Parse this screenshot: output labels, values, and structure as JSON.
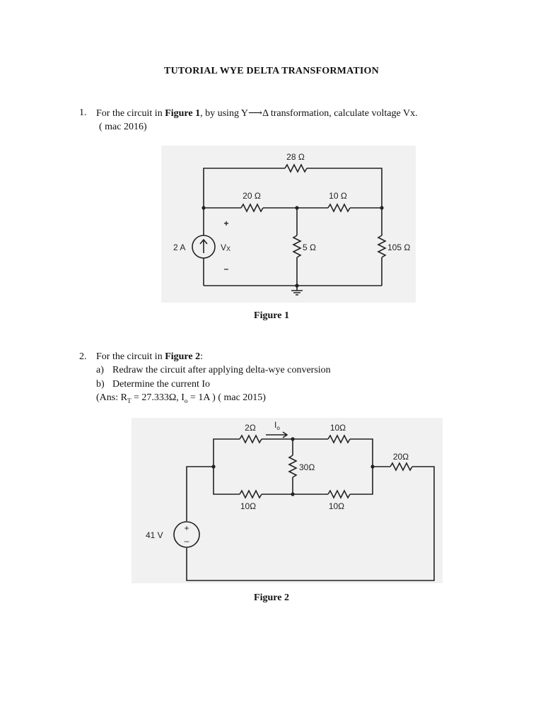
{
  "title": "TUTORIAL WYE DELTA TRANSFORMATION",
  "q1": {
    "number": "1.",
    "line1_pre": "For the circuit in ",
    "line1_bold": "Figure 1",
    "line1_post": ", by using Y⟶Δ transformation, calculate voltage Vx.",
    "line2": "( mac 2016)",
    "caption": "Figure 1",
    "circuit": {
      "r_top": "28 Ω",
      "r_left": "20 Ω",
      "r_mid": "10 Ω",
      "r_center": "5 Ω",
      "r_right": "105 Ω",
      "source": "2 A",
      "vx_label": "V",
      "vx_sub": "X",
      "plus": "+",
      "minus": "–"
    }
  },
  "q2": {
    "number": "2.",
    "line1_pre": "For the circuit in ",
    "line1_bold": "Figure 2",
    "line1_post": ":",
    "items": [
      {
        "letter": "a)",
        "text": "Redraw the circuit after applying delta-wye conversion"
      },
      {
        "letter": "b)",
        "text": "Determine the current Io"
      }
    ],
    "ans_pre": "(Ans: R",
    "ans_rt_sub": "T",
    "ans_mid": " = 27.333Ω, I",
    "ans_io_sub": "o",
    "ans_post": " = 1A ) ( mac 2015)",
    "caption": "Figure 2",
    "circuit": {
      "r_top_left": "2Ω",
      "io_label": "I",
      "io_sub": "o",
      "r_top_right": "10Ω",
      "r_center": "30Ω",
      "r_bottom_left": "10Ω",
      "r_bottom_right": "10Ω",
      "r_right": "20Ω",
      "source": "41 V",
      "plus": "+",
      "minus": "–"
    }
  }
}
